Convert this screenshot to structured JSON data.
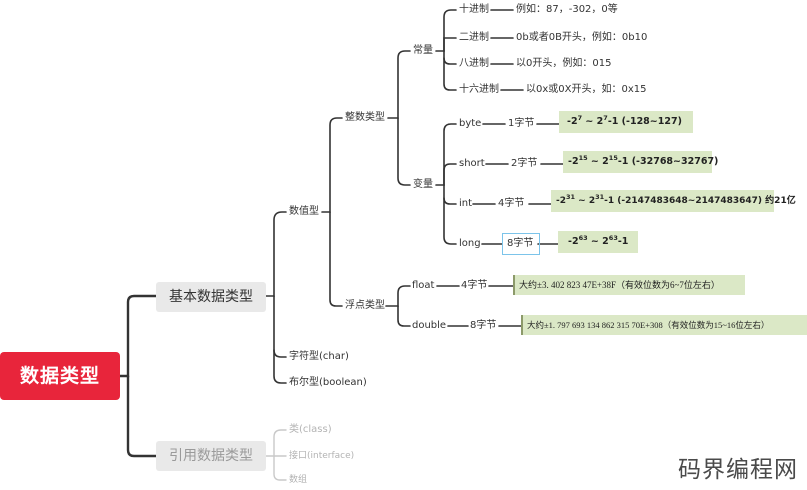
{
  "root": "数据类型",
  "primitive": {
    "label": "基本数据类型",
    "numeric": {
      "label": "数值型",
      "integer": {
        "label": "整数类型",
        "constants": {
          "label": "常量",
          "items": [
            {
              "name": "十进制",
              "desc": "例如：87，-302，0等"
            },
            {
              "name": "二进制",
              "desc": "0b或者0B开头，例如：0b10"
            },
            {
              "name": "八进制",
              "desc": "以0开头，例如：015"
            },
            {
              "name": "十六进制",
              "desc": "以0x或0X开头，如：0x15"
            }
          ]
        },
        "variables": {
          "label": "变量",
          "items": [
            {
              "name": "byte",
              "size": "1字节",
              "range": [
                "-2",
                "7",
                " ~ 2",
                "7",
                "-1  (-128~127)"
              ]
            },
            {
              "name": "short",
              "size": "2字节",
              "range": [
                "-2",
                "15",
                " ~ 2",
                "15",
                "-1  (-32768~32767)"
              ]
            },
            {
              "name": "int",
              "size": "4字节",
              "range": [
                "-2",
                "31",
                " ~ 2",
                "31",
                "-1 (-2147483648~2147483647) 约21亿"
              ]
            },
            {
              "name": "long",
              "size": "8字节",
              "range": [
                "-2",
                "63",
                " ~ 2",
                "63",
                "-1"
              ]
            }
          ]
        }
      },
      "float": {
        "label": "浮点类型",
        "items": [
          {
            "name": "float",
            "size": "4字节",
            "range": "大约±3. 402 823 47E+38F（有效位数为6~7位左右）"
          },
          {
            "name": "double",
            "size": "8字节",
            "range": "大约±1. 797 693 134 862 315 70E+308（有效位数为15~16位左右）"
          }
        ]
      }
    },
    "char": "字符型(char)",
    "boolean": "布尔型(boolean)"
  },
  "reference": {
    "label": "引用数据类型",
    "items": [
      "类(class)",
      "接口(interface)",
      "数组"
    ]
  },
  "watermark": "码界编程网"
}
